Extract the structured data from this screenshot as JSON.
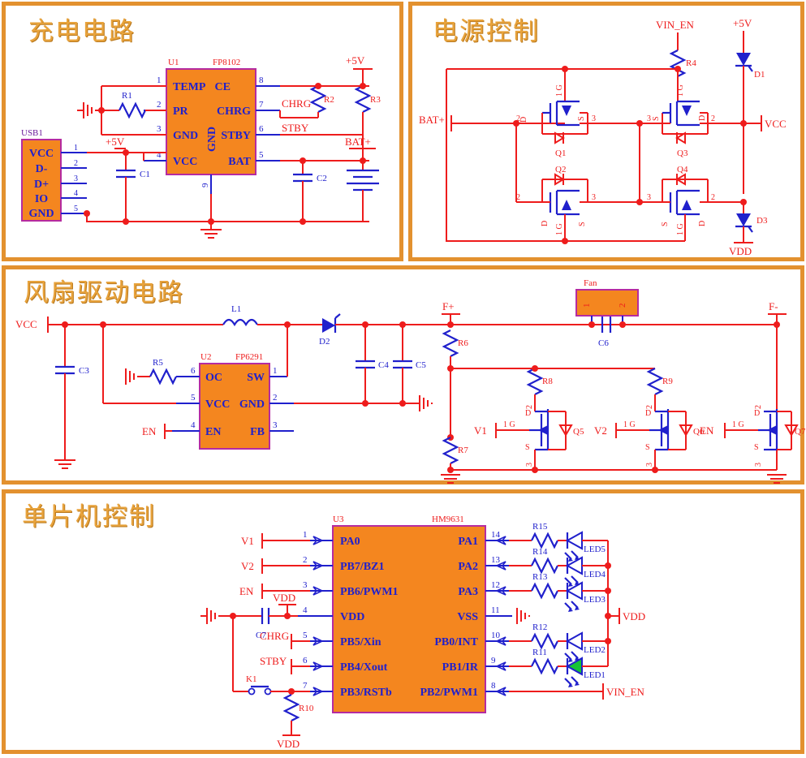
{
  "theme": {
    "panel_border": "#e3912f",
    "title_color": "#e8a33c",
    "wire_color": "#ee1c1c",
    "component_color": "#2020cc",
    "ic_fill": "#f4861f",
    "ic_border": "#b52ba0",
    "led_green": "#16c436"
  },
  "panels": [
    {
      "id": "charging",
      "title": "充电电路"
    },
    {
      "id": "power-control",
      "title": "电源控制"
    },
    {
      "id": "fan-driver",
      "title": "风扇驱动电路"
    },
    {
      "id": "mcu-control",
      "title": "单片机控制"
    }
  ],
  "charging": {
    "u1": {
      "ref": "U1",
      "part": "FP8102",
      "left_pins": [
        {
          "num": "1",
          "name": "TEMP"
        },
        {
          "num": "2",
          "name": "PR"
        },
        {
          "num": "3",
          "name": "GND"
        },
        {
          "num": "4",
          "name": "VCC"
        }
      ],
      "right_pins": [
        {
          "num": "8",
          "name": "CE"
        },
        {
          "num": "7",
          "name": "CHRG"
        },
        {
          "num": "6",
          "name": "STBY"
        },
        {
          "num": "5",
          "name": "BAT"
        }
      ],
      "bottom_pin": {
        "num": "9",
        "name": "GND"
      }
    },
    "usb1": {
      "ref": "USB1",
      "pins": [
        {
          "num": "1",
          "name": "VCC"
        },
        {
          "num": "2",
          "name": "D-"
        },
        {
          "num": "3",
          "name": "D+"
        },
        {
          "num": "4",
          "name": "IO"
        },
        {
          "num": "5",
          "name": "GND"
        }
      ]
    },
    "resistors": [
      "R1",
      "R2",
      "R3"
    ],
    "capacitors": [
      "C1",
      "C2"
    ],
    "nets": [
      "+5V",
      "+5V",
      "BAT+",
      "CHRG",
      "STBY"
    ],
    "labels": {
      "r1": "R1",
      "r2": "R2",
      "r3": "R3",
      "c1": "C1",
      "c2": "C2",
      "v5_top": "+5V",
      "v5_mid": "+5V",
      "batplus": "BAT+",
      "chrg": "CHRG",
      "stby": "STBY"
    }
  },
  "power_control": {
    "mosfets": [
      {
        "ref": "Q1",
        "pins": [
          "2",
          "3"
        ],
        "term": [
          "D",
          "S"
        ],
        "gate": "1 G"
      },
      {
        "ref": "Q2",
        "pins": [
          "2",
          "3"
        ],
        "term": [
          "D",
          "S"
        ],
        "gate": "1 G"
      },
      {
        "ref": "Q3",
        "pins": [
          "3",
          "2"
        ],
        "term": [
          "S",
          "D"
        ],
        "gate": "1 G"
      },
      {
        "ref": "Q4",
        "pins": [
          "3",
          "2"
        ],
        "term": [
          "S",
          "D"
        ],
        "gate": "1 G"
      }
    ],
    "diodes": [
      "D1",
      "D3"
    ],
    "resistors": [
      "R4"
    ],
    "nets": {
      "vin_en": "VIN_EN",
      "v5": "+5V",
      "batplus": "BAT+",
      "vcc": "VCC",
      "vdd": "VDD"
    },
    "labels": {
      "r4": "R4",
      "d1": "D1",
      "d3": "D3",
      "q1": "Q1",
      "q2": "Q2",
      "q3": "Q3",
      "q4": "Q4"
    }
  },
  "fan_driver": {
    "u2": {
      "ref": "U2",
      "part": "FP6291",
      "left_pins": [
        {
          "num": "6",
          "name": "OC"
        },
        {
          "num": "5",
          "name": "VCC"
        },
        {
          "num": "4",
          "name": "EN"
        }
      ],
      "right_pins": [
        {
          "num": "1",
          "name": "SW"
        },
        {
          "num": "2",
          "name": "GND"
        },
        {
          "num": "3",
          "name": "FB"
        }
      ]
    },
    "fan": {
      "ref": "Fan",
      "pins": [
        "1",
        "2"
      ]
    },
    "inductor": "L1",
    "diode": "D2",
    "capacitors": [
      "C3",
      "C4",
      "C5",
      "C6"
    ],
    "resistors": [
      "R5",
      "R6",
      "R7",
      "R8",
      "R9"
    ],
    "mosfets": [
      {
        "ref": "Q5",
        "gate_net": "V1",
        "gate": "1 G",
        "d": "D",
        "s": "S",
        "dnum": "2",
        "snum": "3"
      },
      {
        "ref": "Q6",
        "gate_net": "V2",
        "gate": "1 G",
        "d": "D",
        "s": "S",
        "dnum": "2",
        "snum": "3"
      },
      {
        "ref": "Q7",
        "gate_net": "EN",
        "gate": "1 G",
        "d": "D",
        "s": "S",
        "dnum": "2",
        "snum": "3"
      }
    ],
    "nets": {
      "vcc": "VCC",
      "fplus": "F+",
      "fminus": "F-",
      "en": "EN",
      "v1": "V1",
      "v2": "V2"
    }
  },
  "mcu_control": {
    "u3": {
      "ref": "U3",
      "part": "HM9631",
      "left_pins": [
        {
          "num": "1",
          "name": "PA0",
          "net": "V1"
        },
        {
          "num": "2",
          "name": "PB7/BZ1",
          "net": "V2"
        },
        {
          "num": "3",
          "name": "PB6/PWM1",
          "net": "EN"
        },
        {
          "num": "4",
          "name": "VDD",
          "net": "VDD"
        },
        {
          "num": "5",
          "name": "PB5/Xin",
          "net": "CHRG"
        },
        {
          "num": "6",
          "name": "PB4/Xout",
          "net": "STBY"
        },
        {
          "num": "7",
          "name": "PB3/RSTb",
          "net": ""
        }
      ],
      "right_pins": [
        {
          "num": "14",
          "name": "PA1",
          "net": ""
        },
        {
          "num": "13",
          "name": "PA2",
          "net": ""
        },
        {
          "num": "12",
          "name": "PA3",
          "net": ""
        },
        {
          "num": "11",
          "name": "VSS",
          "net": ""
        },
        {
          "num": "10",
          "name": "PB0/INT",
          "net": ""
        },
        {
          "num": "9",
          "name": "PB1/IR",
          "net": ""
        },
        {
          "num": "8",
          "name": "PB2/PWM1",
          "net": "VIN_EN"
        }
      ]
    },
    "leds": [
      {
        "ref": "LED5",
        "resistor": "R15",
        "pin": "14",
        "color": "blue"
      },
      {
        "ref": "LED4",
        "resistor": "R14",
        "pin": "13",
        "color": "blue"
      },
      {
        "ref": "LED3",
        "resistor": "R13",
        "pin": "12",
        "color": "blue"
      },
      {
        "ref": "LED2",
        "resistor": "R12",
        "pin": "10",
        "color": "blue"
      },
      {
        "ref": "LED1",
        "resistor": "R11",
        "pin": "9",
        "color": "green"
      }
    ],
    "switch": {
      "ref": "K1"
    },
    "resistors": [
      "R10",
      "R11",
      "R12",
      "R13",
      "R14",
      "R15"
    ],
    "capacitors": [
      "C7"
    ],
    "nets": {
      "vdd_top": "VDD",
      "vdd_bot": "VDD",
      "vdd_right": "VDD",
      "vin_en": "VIN_EN"
    }
  }
}
